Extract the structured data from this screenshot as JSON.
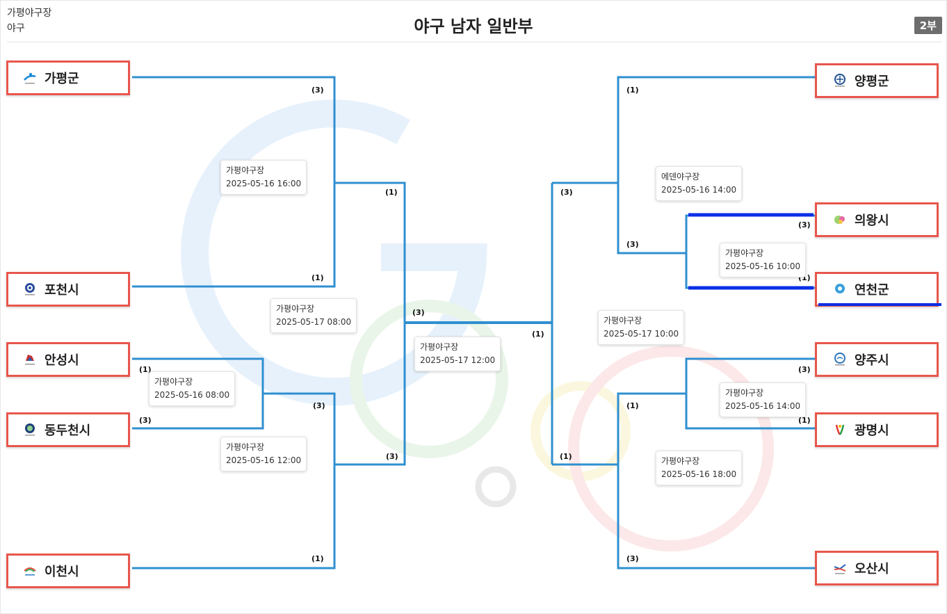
{
  "header": {
    "venue": "가평야구장",
    "sport": "야구",
    "title": "야구 남자 일반부",
    "division": "2부"
  },
  "teams": {
    "gapyeong": "가평군",
    "pocheon": "포천시",
    "anseong": "안성시",
    "dongducheon": "동두천시",
    "icheon": "이천시",
    "yangpyeong": "양평군",
    "uiwang": "의왕시",
    "yeoncheon": "연천군",
    "yangju": "양주시",
    "gwangmyeong": "광명시",
    "osan": "오산시"
  },
  "matches": {
    "m1": {
      "venue": "가평야구장",
      "time": "2025-05-16 16:00"
    },
    "m2": {
      "venue": "가평야구장",
      "time": "2025-05-17 08:00"
    },
    "m3": {
      "venue": "가평야구장",
      "time": "2025-05-16 08:00"
    },
    "m4": {
      "venue": "가평야구장",
      "time": "2025-05-16 12:00"
    },
    "m5": {
      "venue": "가평야구장",
      "time": "2025-05-17 12:00"
    },
    "m6": {
      "venue": "에덴야구장",
      "time": "2025-05-16 14:00"
    },
    "m7": {
      "venue": "가평야구장",
      "time": "2025-05-16 10:00"
    },
    "m8": {
      "venue": "가평야구장",
      "time": "2025-05-17 10:00"
    },
    "m9": {
      "venue": "가평야구장",
      "time": "2025-05-16 14:00"
    },
    "m10": {
      "venue": "가평야구장",
      "time": "2025-05-16 18:00"
    }
  },
  "scores": {
    "s_gapyeong": "(3)",
    "s_pocheon": "(1)",
    "s_l_semi_top": "(1)",
    "s_anseong": "(1)",
    "s_dongducheon": "(3)",
    "s_l_q_mid": "(3)",
    "s_icheon": "(1)",
    "s_l_semi_bot": "(3)",
    "s_final_left": "(3)",
    "s_final_right": "(1)",
    "s_yangpyeong": "(1)",
    "s_r_q_bot": "(3)",
    "s_r_semi_top": "(3)",
    "s_uiwang": "(3)",
    "s_yeoncheon": "(1)",
    "s_yangju": "(3)",
    "s_gwangmyeong": "(1)",
    "s_r_q3_top": "(1)",
    "s_r_semi_bot": "(1)",
    "s_osan": "(3)"
  },
  "colors": {
    "bracket_line": "#2f8fd0",
    "winner_line": "#0a2fe6",
    "team_border": "#e8564d"
  }
}
